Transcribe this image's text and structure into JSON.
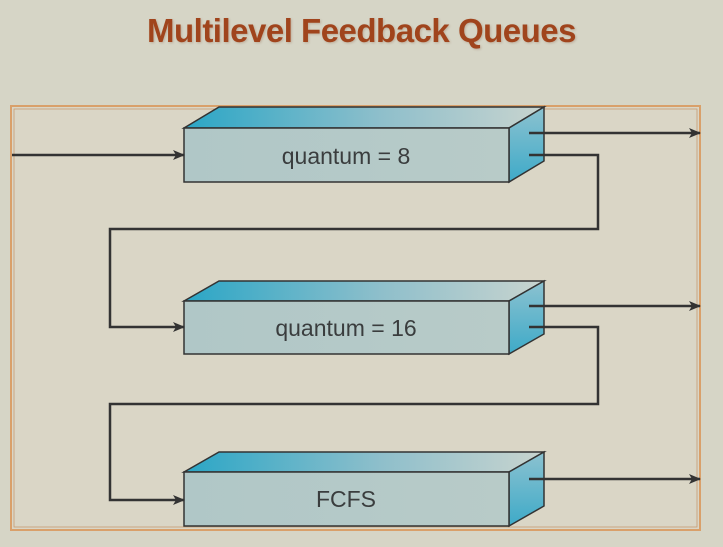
{
  "title": "Multilevel Feedback Queues",
  "colors": {
    "title": "#a0441c",
    "background": "#d6d5c6",
    "frame_fill": "#dad6c6",
    "frame_border": "#d9a06a",
    "box_front": "#b2c8c8",
    "box_top_dark": "#2ea9c8",
    "box_top_light": "#c4d2ce",
    "arrow": "#333333"
  },
  "queues": [
    {
      "label": "quantum = 8",
      "level": 0
    },
    {
      "label": "quantum = 16",
      "level": 1
    },
    {
      "label": "FCFS",
      "level": 2
    }
  ]
}
